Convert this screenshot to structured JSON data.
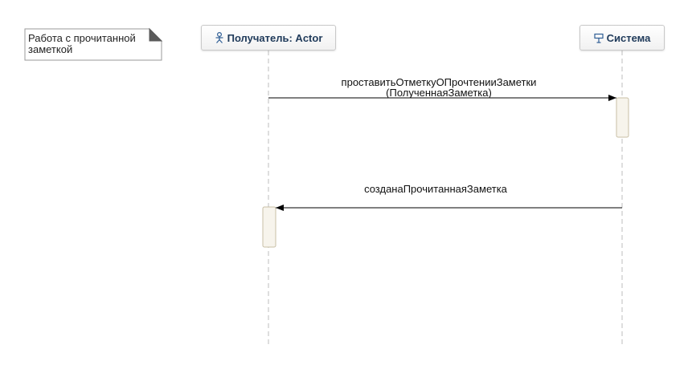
{
  "note": {
    "text_line1": "Работа с прочитанной",
    "text_line2": "заметкой"
  },
  "participants": [
    {
      "label": "Получатель: Actor",
      "icon": "actor-icon"
    },
    {
      "label": "Система",
      "icon": "system-icon"
    }
  ],
  "messages": [
    {
      "label_line1": "проставитьОтметкуОПрочтенииЗаметки",
      "label_line2": "(ПолученнаяЗаметка)",
      "from": "Получатель: Actor",
      "to": "Система"
    },
    {
      "label_line1": "созданаПрочитаннаяЗаметка",
      "from": "Система",
      "to": "Получатель: Actor"
    }
  ],
  "colors": {
    "lifeline": "#bdbdbd",
    "arrow": "#000000",
    "activation_fill": "#f7f4ec",
    "activation_border": "#c8bfa6",
    "participant_text": "#1f3a5a",
    "icon": "#2f5e95"
  }
}
